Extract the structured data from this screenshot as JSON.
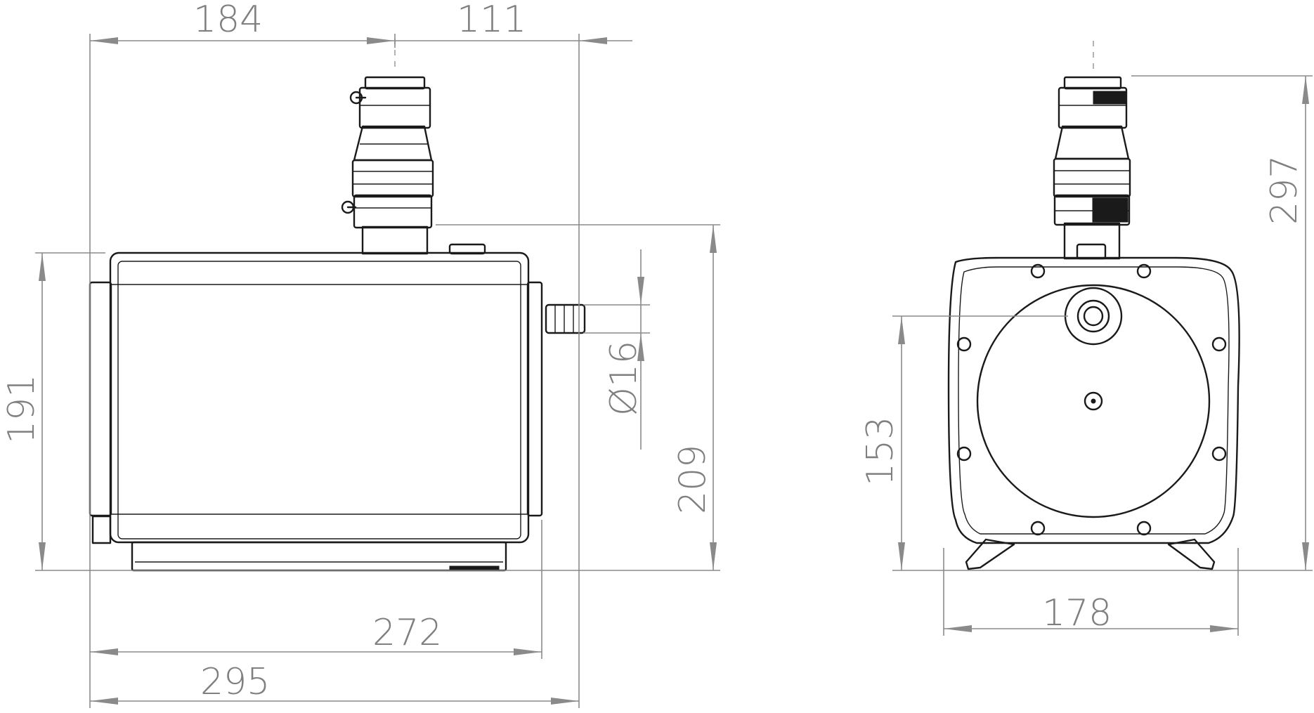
{
  "drawing": {
    "views": [
      "side-view",
      "front-view"
    ],
    "dimensions": {
      "outlet_offset": "184",
      "side_extension": "111",
      "body_height": "191",
      "inlet_diameter": "Ø16",
      "inlet_height": "209",
      "body_length": "272",
      "overall_length": "295",
      "overall_height": "297",
      "outlet_axis_height": "153",
      "overall_width": "178"
    }
  }
}
